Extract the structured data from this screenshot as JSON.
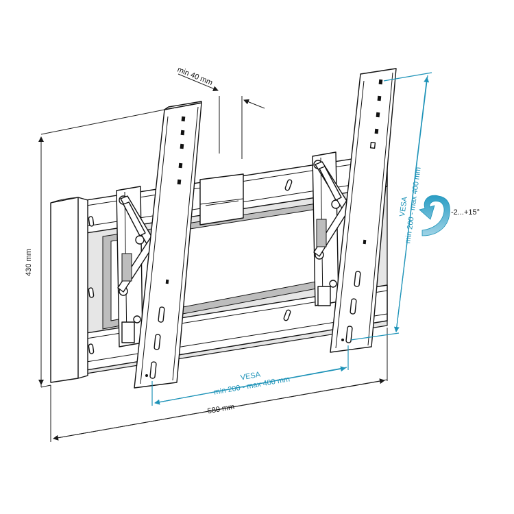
{
  "dimensions": {
    "min_gap": "min 40 mm",
    "height": "430 mm",
    "width": "580 mm"
  },
  "vesa_horizontal": {
    "title": "VESA",
    "range": "min 200 - max 400 mm"
  },
  "vesa_vertical": {
    "title": "VESA",
    "range": "min 200 - max 400 mm"
  },
  "tilt": {
    "range": "-2...+15°"
  },
  "colors": {
    "line": "#111111",
    "accent": "#1e93b8",
    "background": "#ffffff"
  }
}
